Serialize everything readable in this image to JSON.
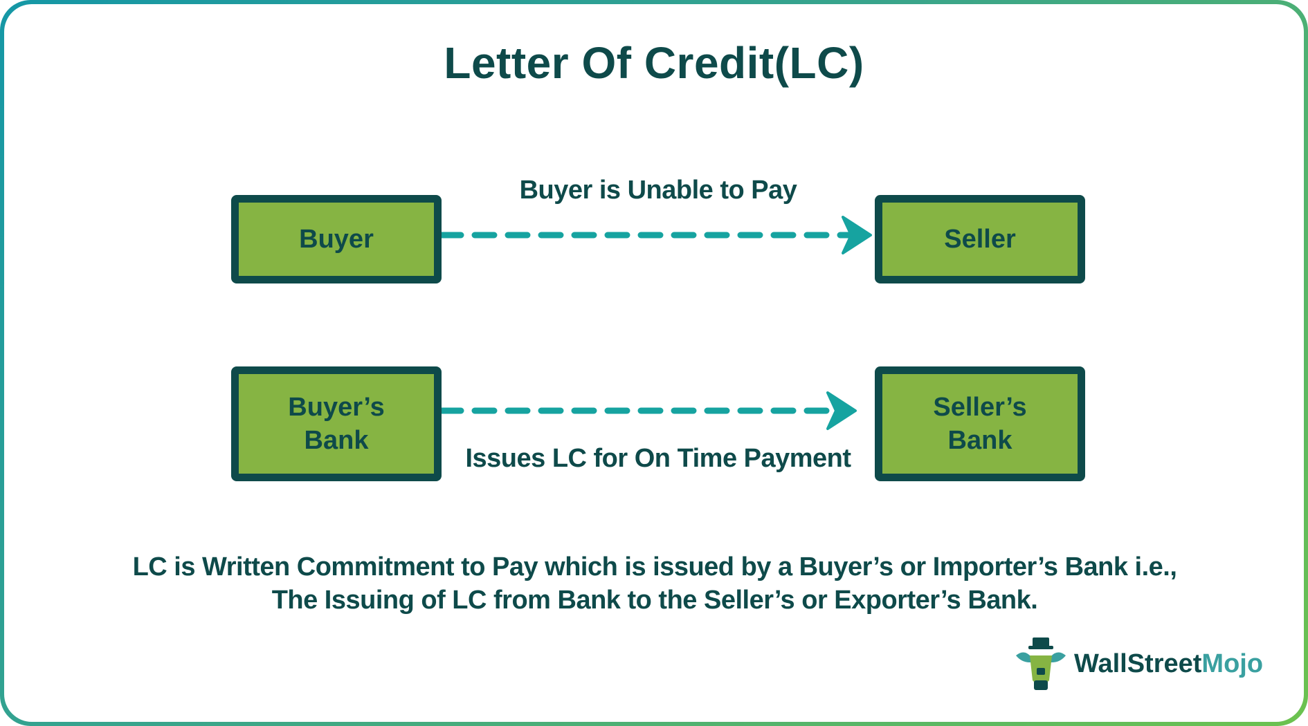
{
  "title": "Letter Of Credit(LC)",
  "nodes": {
    "buyer": "Buyer",
    "seller": "Seller",
    "buyers_bank": "Buyer’s\nBank",
    "sellers_bank": "Seller’s\nBank"
  },
  "edges": {
    "top_label": "Buyer is Unable to Pay",
    "bottom_label": "Issues LC for On Time Payment"
  },
  "description": "LC is Written Commitment to Pay which is issued by a Buyer’s or Importer’s Bank i.e., The Issuing of LC from Bank to the Seller’s or Exporter’s Bank.",
  "logo": {
    "part1": "WallStreet",
    "part2": "Mojo"
  },
  "colors": {
    "dark_teal": "#0e4a4a",
    "box_green": "#86b443",
    "arrow_teal": "#16a3a0"
  },
  "icons": {
    "logo": "bull-icon",
    "arrow": "dashed-arrow"
  }
}
